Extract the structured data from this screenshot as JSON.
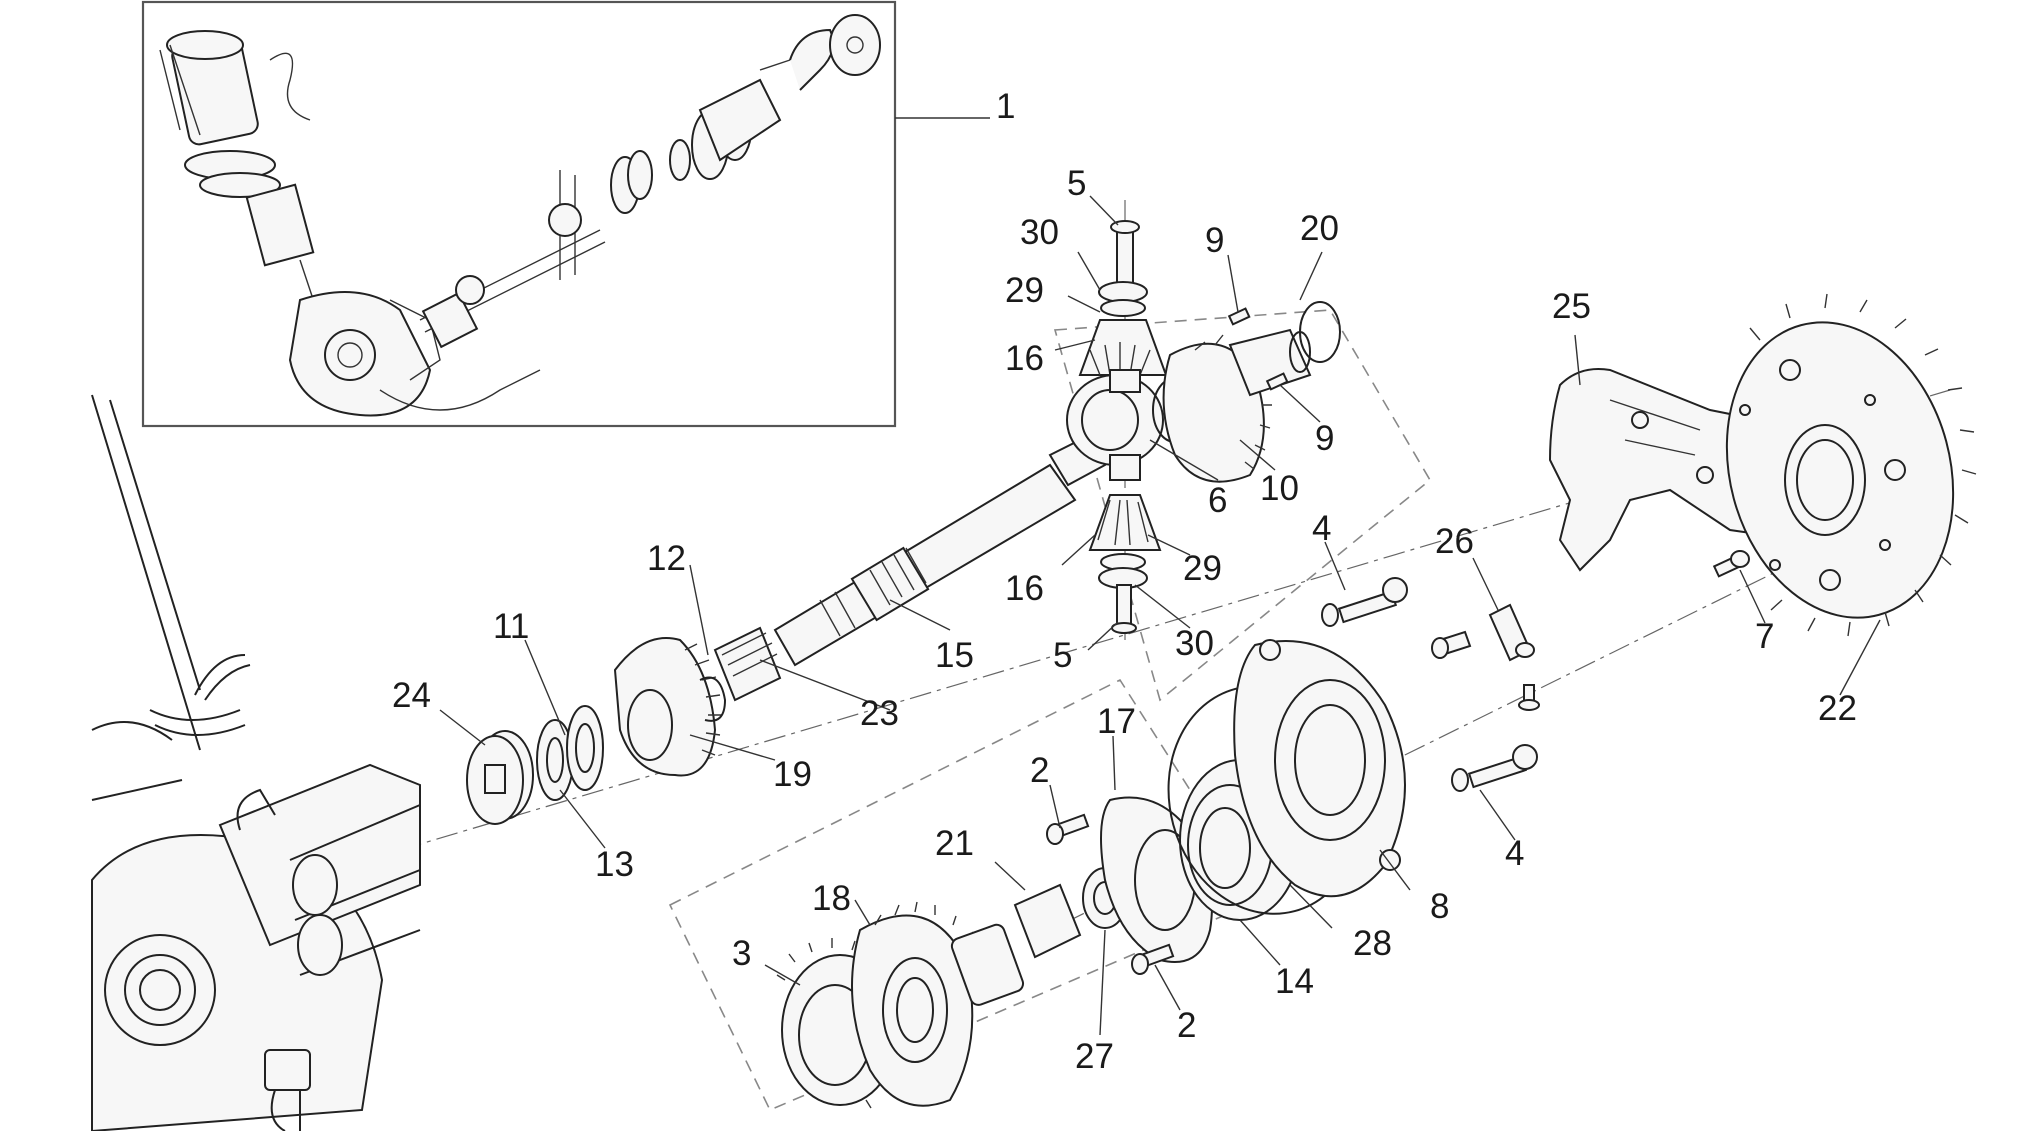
{
  "callouts": {
    "c1": "1",
    "c2a": "2",
    "c2b": "2",
    "c3": "3",
    "c4a": "4",
    "c4b": "4",
    "c5a": "5",
    "c5b": "5",
    "c6": "6",
    "c7": "7",
    "c8": "8",
    "c9a": "9",
    "c9b": "9",
    "c10": "10",
    "c11": "11",
    "c12": "12",
    "c13": "13",
    "c14": "14",
    "c15": "15",
    "c16a": "16",
    "c16b": "16",
    "c17": "17",
    "c18": "18",
    "c19": "19",
    "c20": "20",
    "c21": "21",
    "c22": "22",
    "c23": "23",
    "c24": "24",
    "c25": "25",
    "c26": "26",
    "c27": "27",
    "c28": "28",
    "c29a": "29",
    "c29b": "29",
    "c30a": "30",
    "c30b": "30"
  }
}
